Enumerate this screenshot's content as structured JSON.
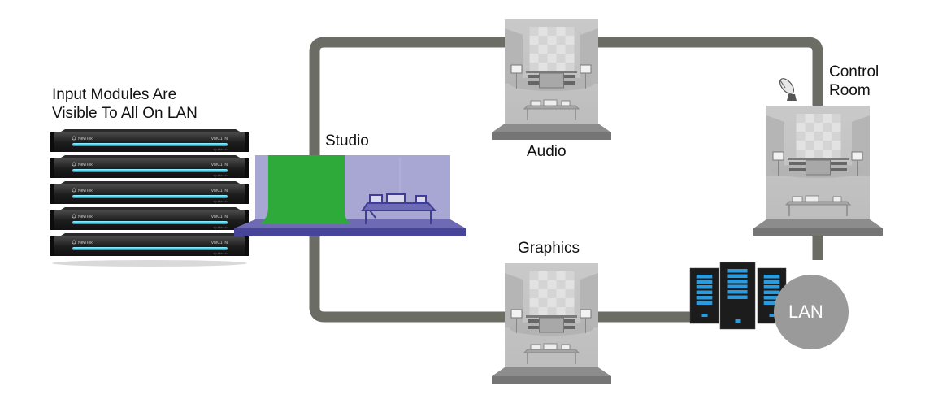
{
  "labels": {
    "input_modules_line1": "Input Modules Are",
    "input_modules_line2": "Visible To All On LAN",
    "studio": "Studio",
    "audio": "Audio",
    "graphics": "Graphics",
    "control_room_line1": "Control",
    "control_room_line2": "Room",
    "lan": "LAN"
  },
  "rack_units": [
    {
      "brand": "NewTek",
      "model": "VMC1 IN",
      "sublabel": "Input Module"
    },
    {
      "brand": "NewTek",
      "model": "VMC1 IN",
      "sublabel": "Input Module"
    },
    {
      "brand": "NewTek",
      "model": "VMC1 IN",
      "sublabel": "Input Module"
    },
    {
      "brand": "NewTek",
      "model": "VMC1 IN",
      "sublabel": "Input Module"
    },
    {
      "brand": "NewTek",
      "model": "VMC1 IN",
      "sublabel": "Input Module"
    }
  ],
  "colors": {
    "cable": "#6b6c63",
    "studio_wall": "#a8a6d2",
    "studio_floor": "#6e6bb4",
    "studio_floor_edge": "#47459a",
    "green_screen": "#2eaa3a",
    "room_wall": "#c6c6c6",
    "room_floor": "#8c8c8c",
    "server_body": "#1c1c1c",
    "server_light": "#2a9bde",
    "lan_circle": "#9a9a9a",
    "rack_glow": "#48d8f0"
  }
}
